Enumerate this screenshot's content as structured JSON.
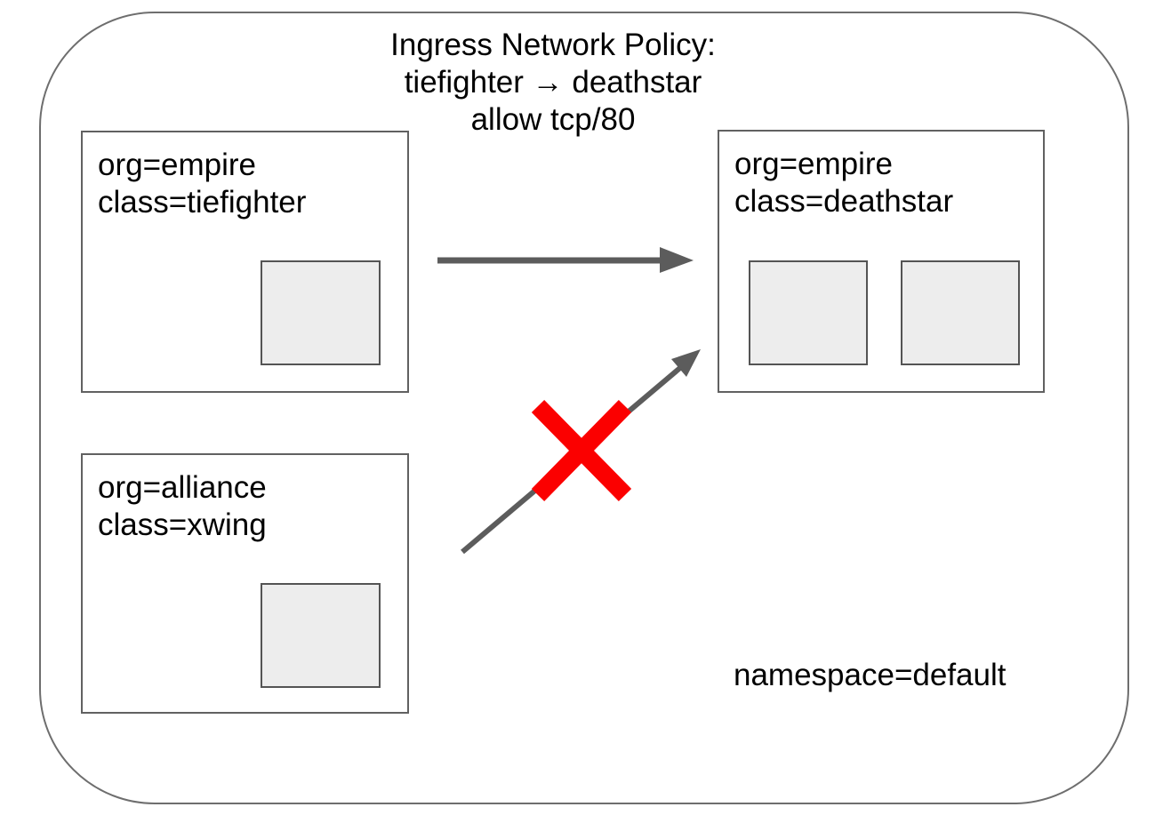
{
  "title": {
    "lines": [
      "Ingress Network Policy:",
      "tiefighter → deathstar",
      "allow tcp/80"
    ]
  },
  "namespace": {
    "label": "namespace=default"
  },
  "nodes": {
    "tiefighter": {
      "line1": "org=empire",
      "line2": "class=tiefighter",
      "pod_count": 1
    },
    "deathstar": {
      "line1": "org=empire",
      "line2": "class=deathstar",
      "pod_count": 2
    },
    "xwing": {
      "line1": "org=alliance",
      "line2": "class=xwing",
      "pod_count": 1
    }
  },
  "edges": [
    {
      "from": "tiefighter",
      "to": "deathstar",
      "status": "allowed"
    },
    {
      "from": "xwing",
      "to": "deathstar",
      "status": "denied"
    }
  ],
  "colors": {
    "arrow": "#5c5c5c",
    "denied_cross": "#fb0000",
    "text": "#000000",
    "node_border": "#616161",
    "pod_fill": "#ededed",
    "pod_border": "#545454",
    "boundary_border": "#6e6e6e",
    "background": "#ffffff"
  }
}
